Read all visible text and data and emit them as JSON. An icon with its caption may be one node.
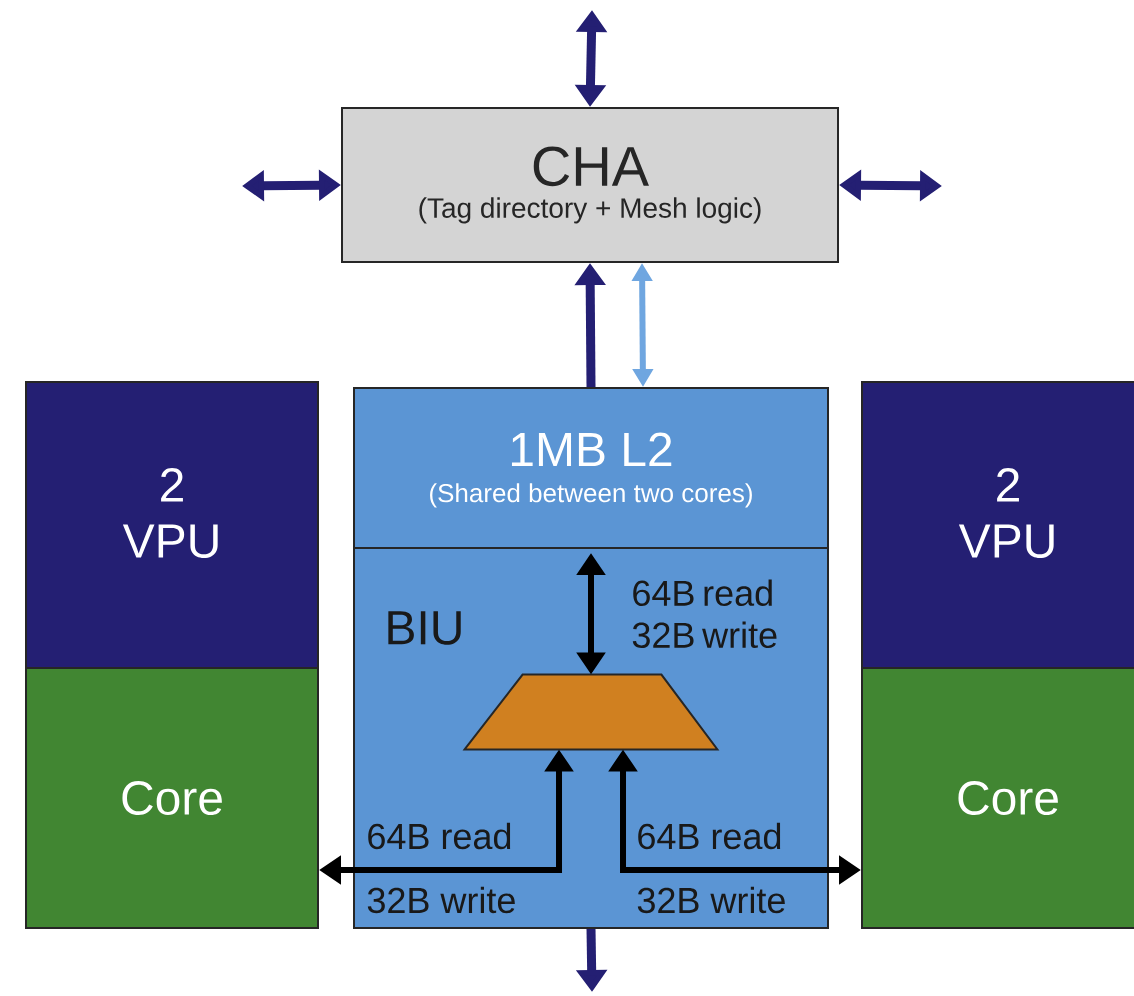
{
  "diagram": {
    "nodes": [
      {
        "text": [
          "CHA",
          "(Tag directory + Mesh logic)"
        ]
      },
      {
        "text": [
          "1MB L2",
          "(Shared between two cores)"
        ]
      },
      {
        "text": [
          "BIU"
        ]
      },
      {
        "text": [],
        "shape": "trapezoid",
        "in": 2
      },
      {
        "text": [
          "2 VPU"
        ]
      },
      {
        "text": [
          "Core"
        ]
      },
      {
        "text": [
          "2 VPU"
        ]
      },
      {
        "text": [
          "Core"
        ]
      }
    ],
    "edges": [
      {
        "from": null,
        "to": 0,
        "arrow": "both"
      },
      {
        "from": null,
        "to": 0,
        "arrow": "both"
      },
      {
        "from": 0,
        "to": null,
        "arrow": "both"
      },
      {
        "from": 1,
        "to": 0,
        "arrow": "to"
      },
      {
        "from": 1,
        "to": 0,
        "arrow": "both",
        "color": "#6fa6e0"
      },
      {
        "from": 1,
        "to": 3,
        "arrow": "both",
        "color": "#000000",
        "label": "64B read 32B write"
      },
      {
        "from": 3,
        "to": 5,
        "arrow": "both",
        "color": "#000000"
      },
      {
        "from": 3,
        "to": 7,
        "arrow": "both",
        "color": "#000000"
      },
      {
        "from": 2,
        "to": null,
        "arrow": "to"
      }
    ],
    "labels": [
      "64B read",
      "32B write",
      "64B read",
      "32B write"
    ]
  }
}
